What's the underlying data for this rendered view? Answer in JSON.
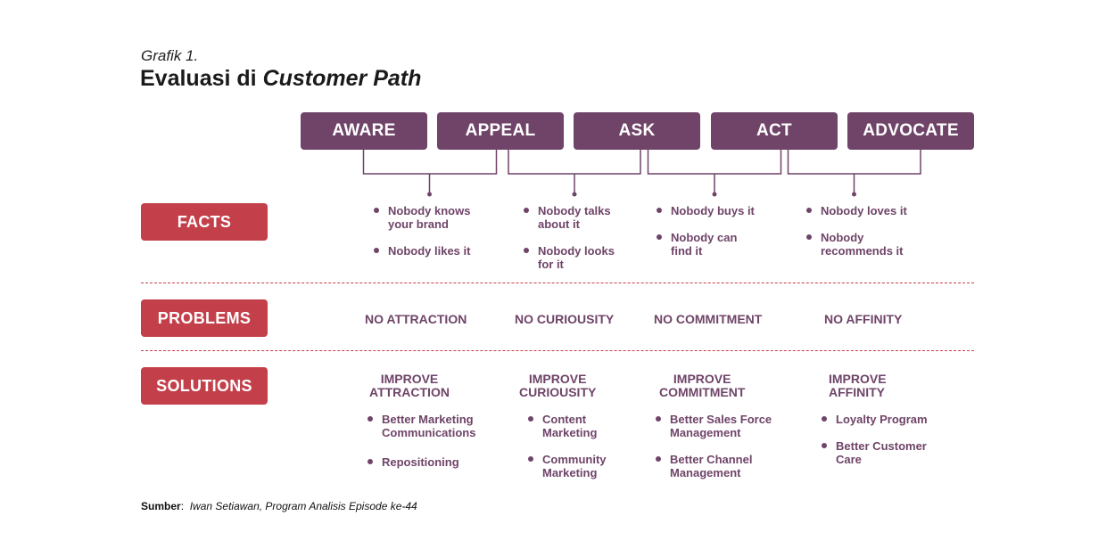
{
  "caption": "Grafik 1.",
  "title": {
    "prefix": "Evaluasi di ",
    "emphasis": "Customer Path"
  },
  "stages": [
    "AWARE",
    "APPEAL",
    "ASK",
    "ACT",
    "ADVOCATE"
  ],
  "row_labels": {
    "facts": "FACTS",
    "problems": "PROBLEMS",
    "solutions": "SOLUTIONS"
  },
  "facts": [
    [
      "Nobody knows\nyour brand",
      "Nobody likes it"
    ],
    [
      "Nobody talks\nabout it",
      "Nobody looks\nfor it"
    ],
    [
      "Nobody buys it",
      "Nobody can\nfind it"
    ],
    [
      "Nobody loves it",
      "Nobody\nrecommends it"
    ]
  ],
  "problems": [
    "NO ATTRACTION",
    "NO CURIOUSITY",
    "NO COMMITMENT",
    "NO AFFINITY"
  ],
  "solutions": [
    {
      "heading": "IMPROVE\nATTRACTION",
      "items": [
        "Better Marketing\nCommunications",
        "Repositioning"
      ]
    },
    {
      "heading": "IMPROVE\nCURIOUSITY",
      "items": [
        "Content\nMarketing",
        "Community\nMarketing"
      ]
    },
    {
      "heading": "IMPROVE\nCOMMITMENT",
      "items": [
        "Better Sales Force\nManagement",
        "Better Channel\nManagement"
      ]
    },
    {
      "heading": "IMPROVE\nAFFINITY",
      "items": [
        "Loyalty Program",
        "Better Customer\nCare"
      ]
    }
  ],
  "source": {
    "label": "Sumber",
    "text": "Iwan Setiawan, Program Analisis Episode ke-44"
  },
  "colors": {
    "stage": "#6f4468",
    "row_label": "#c3404b",
    "text": "#6f4468",
    "divider": "#c3404b"
  }
}
